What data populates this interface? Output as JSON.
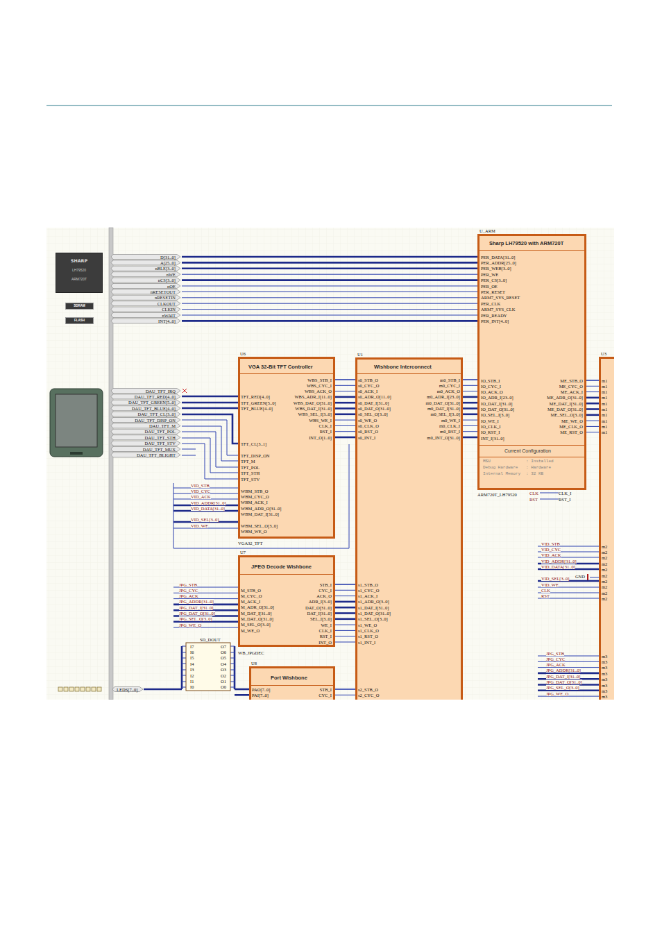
{
  "diagram": {
    "nodes": [
      {
        "text": [
          "U_ARM",
          "Sharp LH79520 with ARM720T",
          "Current Configuration"
        ]
      },
      {
        "text": [
          "SHARP",
          "LH79520",
          "ARM720T"
        ]
      },
      {
        "text": [
          "SDRAM"
        ]
      },
      {
        "text": [
          "FLASH"
        ]
      },
      {
        "text": [
          "U6",
          "VGA 32-Bit TFT Controller"
        ]
      },
      {
        "text": [
          "U1",
          "Wishbone Interconnect"
        ]
      },
      {
        "text": [
          "U3"
        ]
      },
      {
        "text": [
          "U7",
          "JPEG Decode Wishbone"
        ]
      },
      {
        "text": [
          "U8",
          "Port Wishbone"
        ]
      }
    ],
    "edges": [
      {
        "from": 4,
        "to": 5,
        "arrow": "none"
      },
      {
        "from": 5,
        "to": 0,
        "arrow": "none"
      },
      {
        "from": 0,
        "to": 6,
        "arrow": "none"
      },
      {
        "from": 7,
        "to": 5,
        "arrow": "none"
      },
      {
        "from": 8,
        "to": 5,
        "arrow": "none"
      }
    ],
    "labels": [
      "D[31..0]",
      "A[25..0]",
      "nBLE[3..0]",
      "nWE",
      "nCS[3..0]",
      "nOE",
      "nRESETOUT",
      "nRESETIN",
      "CLKOUT",
      "CLKIN",
      "nWAIT",
      "INT[4..0]",
      "PER_DATA[31..0]",
      "PER_ADDR[25..0]",
      "PER_WEB[3..0]",
      "PER_WE",
      "PER_CS[3..0]",
      "PER_OE",
      "PER_RESET",
      "ARM7_SYS_RESET",
      "PER_CLK",
      "ARM7_SYS_CLK",
      "PER_READY",
      "PER_INT[4..0]",
      "IO_STB_I",
      "IO_CYC_I",
      "IO_ACK_O",
      "IO_ADR_I[23..0]",
      "IO_DAT_I[31..0]",
      "IO_DAT_O[31..0]",
      "IO_SEL_I[3..0]",
      "IO_WE_I",
      "IO_CLK_I",
      "IO_RST_I",
      "INT_I[31..0]",
      "ME_STB_O",
      "ME_CYC_O",
      "ME_ACK_I",
      "ME_ADR_O[31..0]",
      "ME_DAT_I[31..0]",
      "ME_DAT_O[31..0]",
      "ME_SEL_O[3..0]",
      "ME_WE_O",
      "ME_CLK_O",
      "ME_RST_O",
      "MSU",
      ": Installed",
      "Debug Hardware",
      ": Hardware",
      "Internal Memory",
      ": 32 KB",
      "ARM720T_LH79520",
      "CLK",
      "RST",
      "CLK_I",
      "RST_I",
      "DAU_TFT_IRQ",
      "DAU_TFT_RED[4..0]",
      "DAU_TFT_GREEN[5..0]",
      "DAU_TFT_BLUE[4..0]",
      "DAU_TFT_CL[3..0]",
      "DAU_TFT_DISP_ON",
      "DAU_TFT_M",
      "DAU_TFT_POL",
      "DAU_TFT_STH",
      "DAU_TFT_STV",
      "DAU_TFT_MUX",
      "DAU_TFT_BLIGHT",
      "WBS_STB_I",
      "WBS_CYC_I",
      "WBS_ACK_O",
      "WBS_ADR_I[11..0]",
      "WBS_DAT_O[31..0]",
      "WBS_DAT_I[31..0]",
      "WBS_SEL_I[3..0]",
      "WBS_WE_I",
      "CLK_I",
      "RST_I",
      "INT_O[1..0]",
      "TFT_RED[4..0]",
      "TFT_GREEN[5..0]",
      "TFT_BLUE[4..0]",
      "TFT_CL[3..1]",
      "TFT_DISP_ON",
      "TFT_M",
      "TFT_POL",
      "TFT_STH",
      "TFT_STV",
      "WBM_STB_O",
      "WBM_CYC_O",
      "WBM_ACK_I",
      "WBM_ADR_O[31..0]",
      "WBM_DAT_I[31..0]",
      "WBM_SEL_O[3..0]",
      "WBM_WE_O",
      "VGA32_TFT",
      "VID_STB",
      "VID_CYC",
      "VID_ACK",
      "VID_ADDR[31..0]",
      "VID_DATA[31..0]",
      "VID_SEL[3..0]",
      "VID_WE",
      "s0_STB_O",
      "s0_CYC_O",
      "s0_ACK_I",
      "s0_ADR_O[11..0]",
      "s0_DAT_I[31..0]",
      "s0_DAT_O[31..0]",
      "s0_SEL_O[3..0]",
      "s0_WE_O",
      "s0_CLK_O",
      "s0_RST_O",
      "s0_INT_I",
      "m0_STB_I",
      "m0_CYC_I",
      "m0_ACK_O",
      "m0_ADR_I[23..0]",
      "m0_DAT_O[31..0]",
      "m0_DAT_I[31..0]",
      "m0_SEL_I[3..0]",
      "m0_WE_I",
      "m0_CLK_I",
      "m0_RST_I",
      "m0_INT_O[31..0]",
      "M_STB_O",
      "M_CYC_O",
      "M_ACK_I",
      "M_ADR_O[31..0]",
      "M_DAT_I[31..0]",
      "M_DAT_O[31..0]",
      "M_SEL_O[3..0]",
      "M_WE_O",
      "STB_I",
      "CYC_I",
      "ACK_O",
      "ADR_I[3..0]",
      "DAT_O[31..0]",
      "DAT_I[31..0]",
      "SEL_I[3..0]",
      "WE_I",
      "CLK_I",
      "RST_I",
      "INT_O",
      "WB_JPGDEC",
      "JPG_STB",
      "JPG_CYC",
      "JPG_ACK",
      "JPG_ADDR[31..0]",
      "JPG_DAT_I[31..0]",
      "JPG_DAT_O[31..0]",
      "JPG_SEL_O[3..0]",
      "JPG_WE_O",
      "s1_STB_O",
      "s1_CYC_O",
      "s1_ACK_I",
      "s1_ADR_O[3..0]",
      "s1_DAT_I[31..0]",
      "s1_DAT_O[31..0]",
      "s1_SEL_O[3..0]",
      "s1_WE_O",
      "s1_CLK_O",
      "s1_RST_O",
      "s1_INT_I",
      "SD_DOUT",
      "I7",
      "I6",
      "I5",
      "I4",
      "I3",
      "I2",
      "I1",
      "I0",
      "O7",
      "O6",
      "O5",
      "O4",
      "O3",
      "O2",
      "O1",
      "O0",
      "LEDS[7..0]",
      "PAO[7..0]",
      "PAI[7..0]",
      "STB_I",
      "CYC_I",
      "s2_STB_O",
      "s2_CYC_O",
      "VID_STB",
      "VID_CYC",
      "VID_ACK",
      "VID_ADDR[31..0]",
      "VID_DATA[31..0]",
      "VID_SEL[3..0]",
      "VID_WE",
      "CLK",
      "RST",
      "GND",
      "JPG_STB",
      "JPG_CYC",
      "JPG_ACK",
      "JPG_ADDR[31..0]",
      "JPG_DAT_I[31..0]",
      "JPG_DAT_O[31..0]",
      "JPG_SEL_O[3..0]",
      "JPG_WE_O",
      "m1",
      "m1",
      "m1",
      "m1",
      "m1",
      "m1",
      "m1",
      "m1",
      "m1",
      "m1",
      "m2",
      "m2",
      "m2",
      "m2",
      "m2",
      "m2",
      "m2",
      "m2",
      "m2",
      "m2",
      "m3",
      "m3",
      "m3",
      "m3",
      "m3",
      "m3",
      "m3",
      "m3"
    ]
  }
}
